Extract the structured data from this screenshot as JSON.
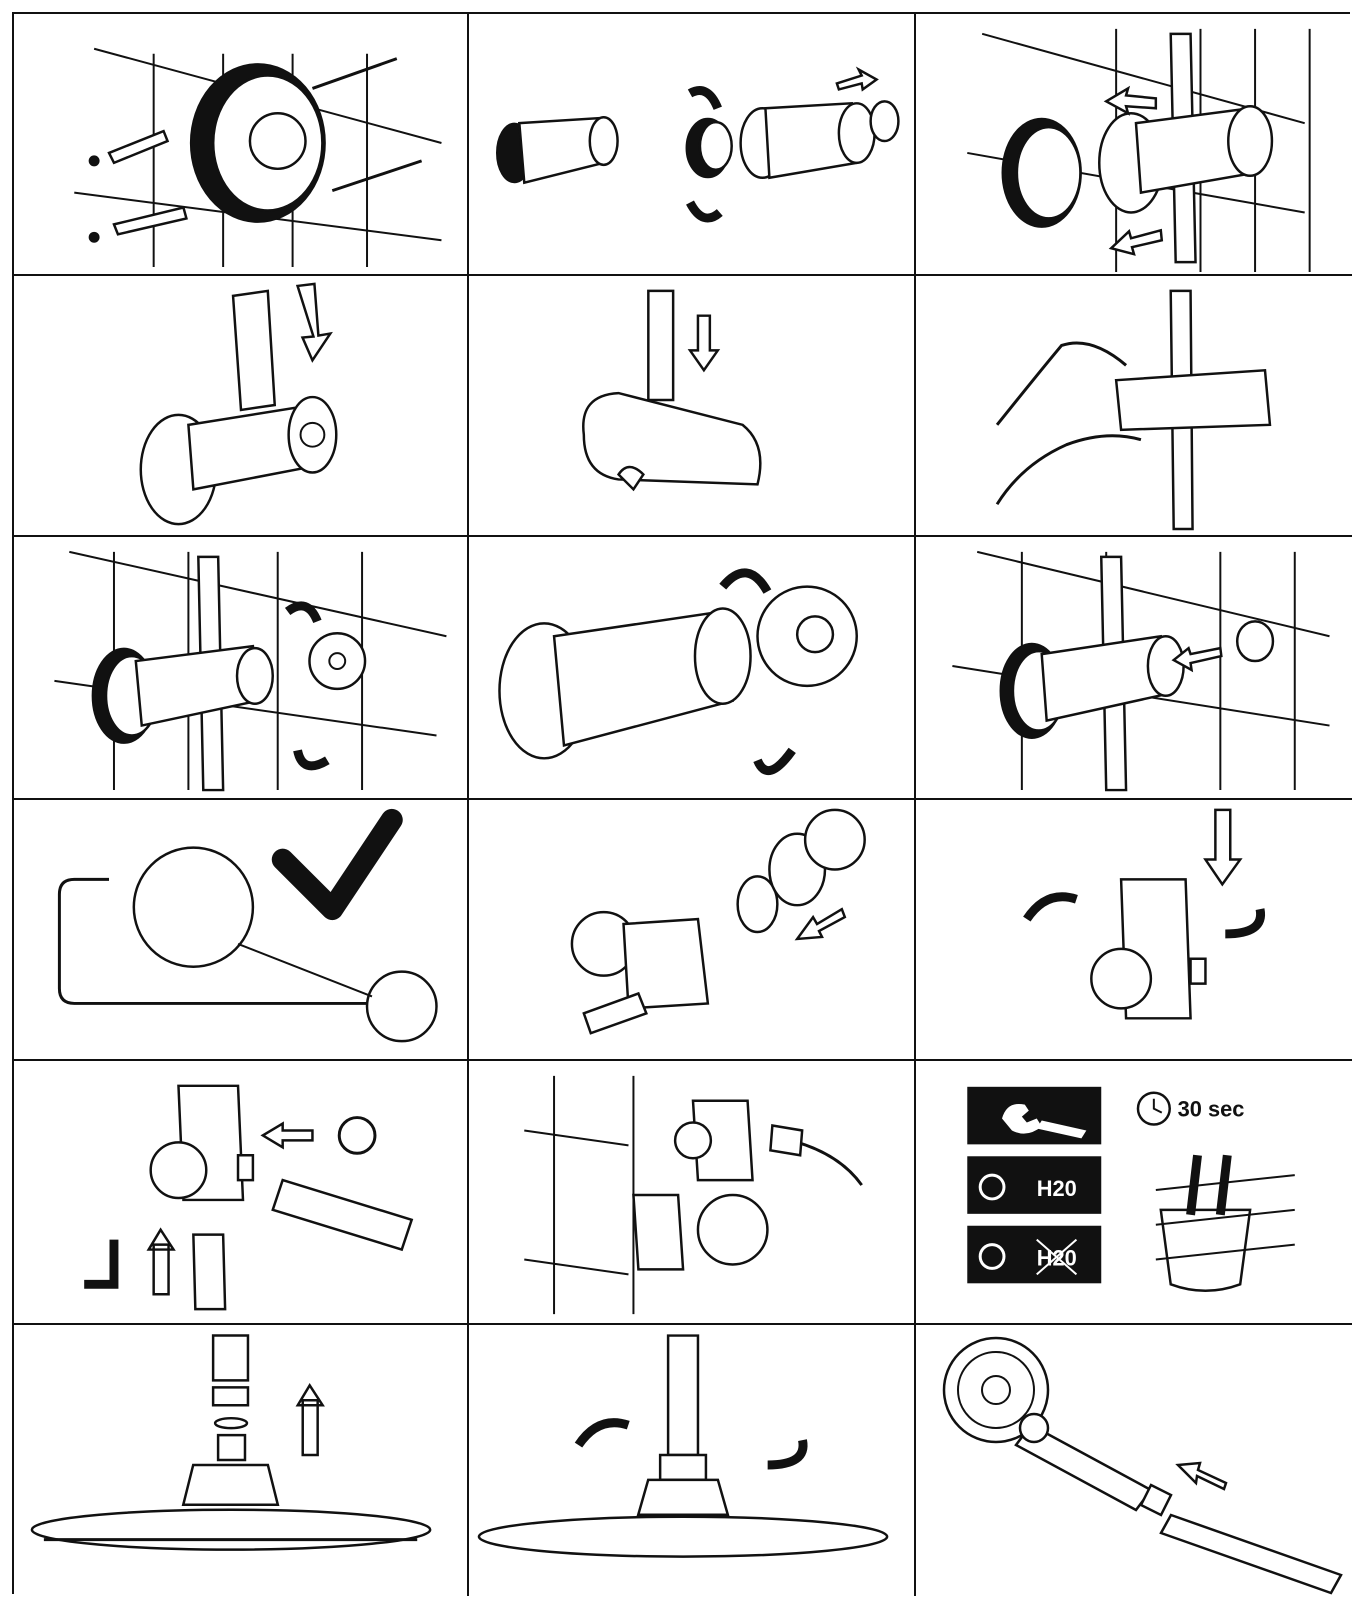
{
  "steps": {
    "step15": {
      "timer_label": "30 sec",
      "icons": [
        "wrench-icon",
        "clock-icon",
        "water-on-icon",
        "water-off-icon"
      ],
      "water_on_label": "H20",
      "water_off_label": "H20"
    }
  },
  "colors": {
    "line": "#111111",
    "background": "#ffffff"
  }
}
